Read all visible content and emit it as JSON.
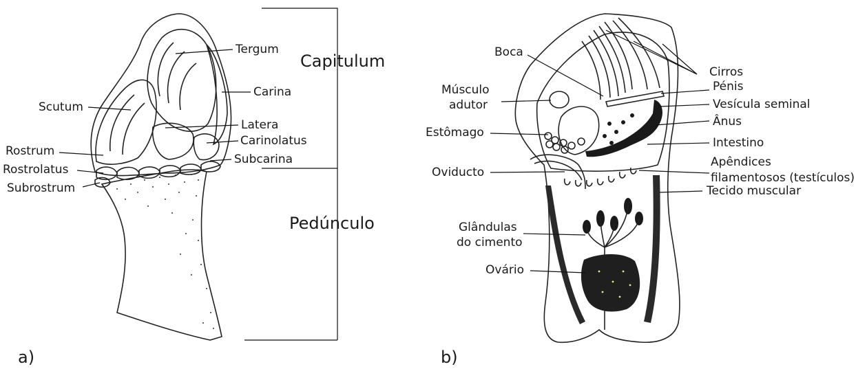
{
  "colors": {
    "capitulum_fill": "#eef08a",
    "peduncle_fill": "#a9d85e",
    "body_fill": "#e4ee78",
    "ink": "#1a1a1a"
  },
  "panel_a": {
    "letter": "a)",
    "labels": {
      "tergum": "Tergum",
      "carina": "Carina",
      "scutum": "Scutum",
      "latera": "Latera",
      "carinolatus": "Carinolatus",
      "rostrum": "Rostrum",
      "subcarina": "Subcarina",
      "rostrolatus": "Rostrolatus",
      "subrostrum": "Subrostrum"
    },
    "regions": {
      "capitulum": "Capitulum",
      "peduncle": "Pedúnculo"
    }
  },
  "panel_b": {
    "letter": "b)",
    "labels": {
      "boca": "Boca",
      "musculo_1": "Músculo",
      "musculo_2": "adutor",
      "estomago": "Estômago",
      "oviducto": "Oviducto",
      "glandulas_1": "Glândulas",
      "glandulas_2": "do cimento",
      "ovario": "Ovário",
      "cirros": "Cirros",
      "penis": "Pénis",
      "vesicula": "Vesícula seminal",
      "anus": "Ânus",
      "intestino": "Intestino",
      "apendices_1": "Apêndices",
      "apendices_2": "filamentosos (testículos)",
      "tecido": "Tecido muscular"
    }
  }
}
